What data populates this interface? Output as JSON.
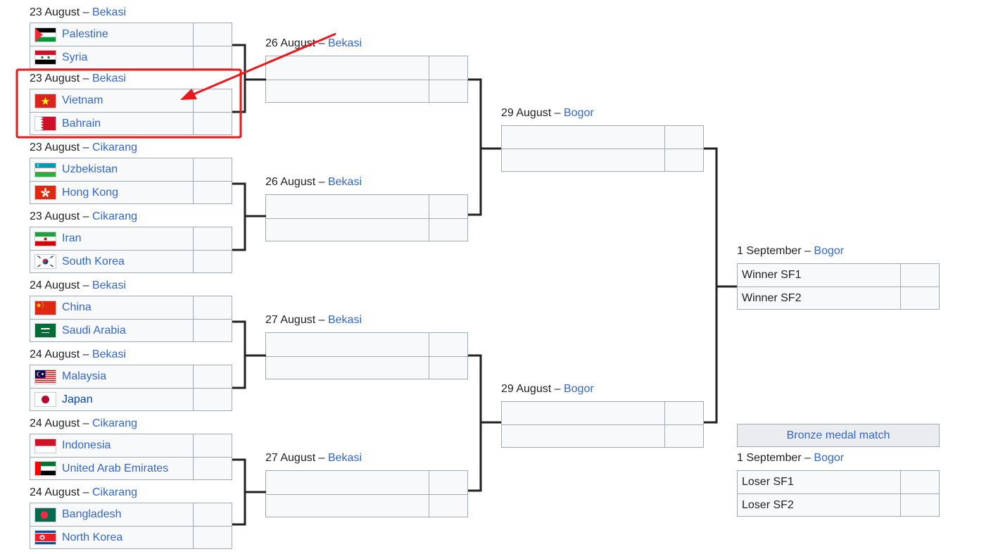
{
  "round1": [
    {
      "date": "23 August",
      "venue": "Bekasi",
      "teams": [
        {
          "name": "Palestine",
          "flag": "palestine-flag"
        },
        {
          "name": "Syria",
          "flag": "syria-flag"
        }
      ]
    },
    {
      "date": "23 August",
      "venue": "Bekasi",
      "teams": [
        {
          "name": "Vietnam",
          "flag": "vietnam-flag"
        },
        {
          "name": "Bahrain",
          "flag": "bahrain-flag"
        }
      ]
    },
    {
      "date": "23 August",
      "venue": "Cikarang",
      "teams": [
        {
          "name": "Uzbekistan",
          "flag": "uzbekistan-flag"
        },
        {
          "name": "Hong Kong",
          "flag": "hong-kong-flag"
        }
      ]
    },
    {
      "date": "23 August",
      "venue": "Cikarang",
      "teams": [
        {
          "name": "Iran",
          "flag": "iran-flag"
        },
        {
          "name": "South Korea",
          "flag": "south-korea-flag"
        }
      ]
    },
    {
      "date": "24 August",
      "venue": "Bekasi",
      "teams": [
        {
          "name": "China",
          "flag": "china-flag"
        },
        {
          "name": "Saudi Arabia",
          "flag": "saudi-arabia-flag"
        }
      ]
    },
    {
      "date": "24 August",
      "venue": "Bekasi",
      "teams": [
        {
          "name": "Malaysia",
          "flag": "malaysia-flag"
        },
        {
          "name": "Japan",
          "flag": "japan-flag"
        }
      ]
    },
    {
      "date": "24 August",
      "venue": "Cikarang",
      "teams": [
        {
          "name": "Indonesia",
          "flag": "indonesia-flag"
        },
        {
          "name": "United Arab Emirates",
          "flag": "uae-flag"
        }
      ]
    },
    {
      "date": "24 August",
      "venue": "Cikarang",
      "teams": [
        {
          "name": "Bangladesh",
          "flag": "bangladesh-flag"
        },
        {
          "name": "North Korea",
          "flag": "north-korea-flag"
        }
      ]
    }
  ],
  "quarterfinals": [
    {
      "date": "26 August",
      "venue": "Bekasi"
    },
    {
      "date": "26 August",
      "venue": "Bekasi"
    },
    {
      "date": "27 August",
      "venue": "Bekasi"
    },
    {
      "date": "27 August",
      "venue": "Bekasi"
    }
  ],
  "semifinals": [
    {
      "date": "29 August",
      "venue": "Bogor"
    },
    {
      "date": "29 August",
      "venue": "Bogor"
    }
  ],
  "final": {
    "date": "1 September",
    "venue": "Bogor",
    "teams": [
      "Winner SF1",
      "Winner SF2"
    ]
  },
  "bronze": {
    "title": "Bronze medal match",
    "date": "1 September",
    "venue": "Bogor",
    "teams": [
      "Loser SF1",
      "Loser SF2"
    ]
  },
  "separator": " – ",
  "colors": {
    "link": "#3366cc",
    "border": "#a2a9b1",
    "cell": "#f8f9fa",
    "bracket_line": "#202122",
    "annotation": "#e8181c"
  },
  "annotation": {
    "type": "red-arrow-and-box",
    "target": "Vietnam vs Bahrain"
  }
}
